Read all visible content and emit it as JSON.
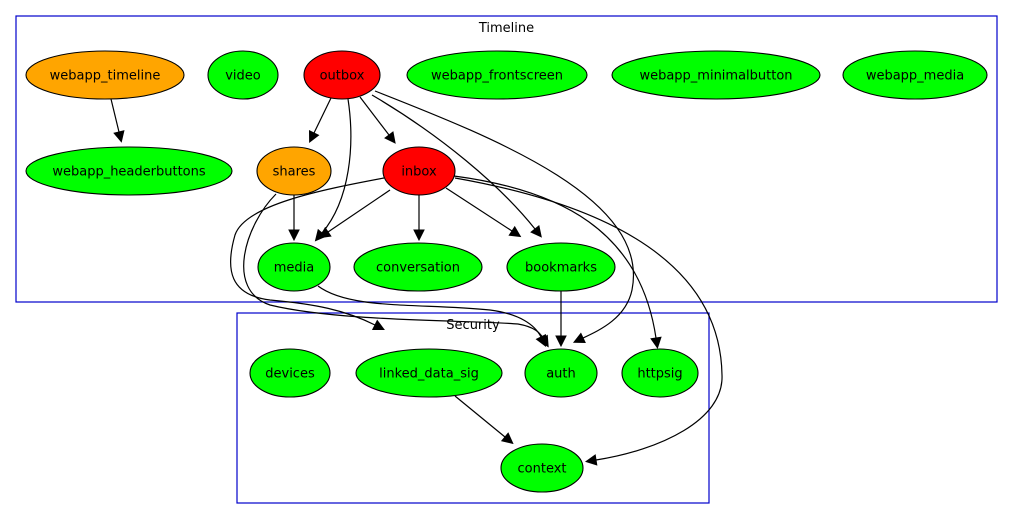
{
  "colors": {
    "green": "#00ff00",
    "orange": "#ffa500",
    "red": "#ff0000",
    "cluster_border": "#0000cc"
  },
  "clusters": [
    {
      "id": "timeline",
      "label": "Timeline"
    },
    {
      "id": "security",
      "label": "Security"
    }
  ],
  "nodes": [
    {
      "id": "webapp_timeline",
      "label": "webapp_timeline",
      "color": "orange",
      "cluster": "timeline"
    },
    {
      "id": "video",
      "label": "video",
      "color": "green",
      "cluster": "timeline"
    },
    {
      "id": "outbox",
      "label": "outbox",
      "color": "red",
      "cluster": "timeline"
    },
    {
      "id": "webapp_frontscreen",
      "label": "webapp_frontscreen",
      "color": "green",
      "cluster": "timeline"
    },
    {
      "id": "webapp_minimalbutton",
      "label": "webapp_minimalbutton",
      "color": "green",
      "cluster": "timeline"
    },
    {
      "id": "webapp_media",
      "label": "webapp_media",
      "color": "green",
      "cluster": "timeline"
    },
    {
      "id": "webapp_headerbuttons",
      "label": "webapp_headerbuttons",
      "color": "green",
      "cluster": "timeline"
    },
    {
      "id": "shares",
      "label": "shares",
      "color": "orange",
      "cluster": "timeline"
    },
    {
      "id": "inbox",
      "label": "inbox",
      "color": "red",
      "cluster": "timeline"
    },
    {
      "id": "media",
      "label": "media",
      "color": "green",
      "cluster": "timeline"
    },
    {
      "id": "conversation",
      "label": "conversation",
      "color": "green",
      "cluster": "timeline"
    },
    {
      "id": "bookmarks",
      "label": "bookmarks",
      "color": "green",
      "cluster": "timeline"
    },
    {
      "id": "devices",
      "label": "devices",
      "color": "green",
      "cluster": "security"
    },
    {
      "id": "linked_data_sig",
      "label": "linked_data_sig",
      "color": "green",
      "cluster": "security"
    },
    {
      "id": "auth",
      "label": "auth",
      "color": "green",
      "cluster": "security"
    },
    {
      "id": "httpsig",
      "label": "httpsig",
      "color": "green",
      "cluster": "security"
    },
    {
      "id": "context",
      "label": "context",
      "color": "green",
      "cluster": "security"
    }
  ],
  "edges": [
    {
      "from": "webapp_timeline",
      "to": "webapp_headerbuttons"
    },
    {
      "from": "outbox",
      "to": "shares"
    },
    {
      "from": "outbox",
      "to": "inbox"
    },
    {
      "from": "outbox",
      "to": "media"
    },
    {
      "from": "outbox",
      "to": "bookmarks"
    },
    {
      "from": "outbox",
      "to": "auth"
    },
    {
      "from": "shares",
      "to": "media"
    },
    {
      "from": "shares",
      "to": "auth"
    },
    {
      "from": "inbox",
      "to": "media"
    },
    {
      "from": "inbox",
      "to": "conversation"
    },
    {
      "from": "inbox",
      "to": "bookmarks"
    },
    {
      "from": "inbox",
      "to": "linked_data_sig"
    },
    {
      "from": "inbox",
      "to": "httpsig"
    },
    {
      "from": "inbox",
      "to": "context"
    },
    {
      "from": "media",
      "to": "auth"
    },
    {
      "from": "bookmarks",
      "to": "auth"
    },
    {
      "from": "linked_data_sig",
      "to": "context"
    }
  ]
}
